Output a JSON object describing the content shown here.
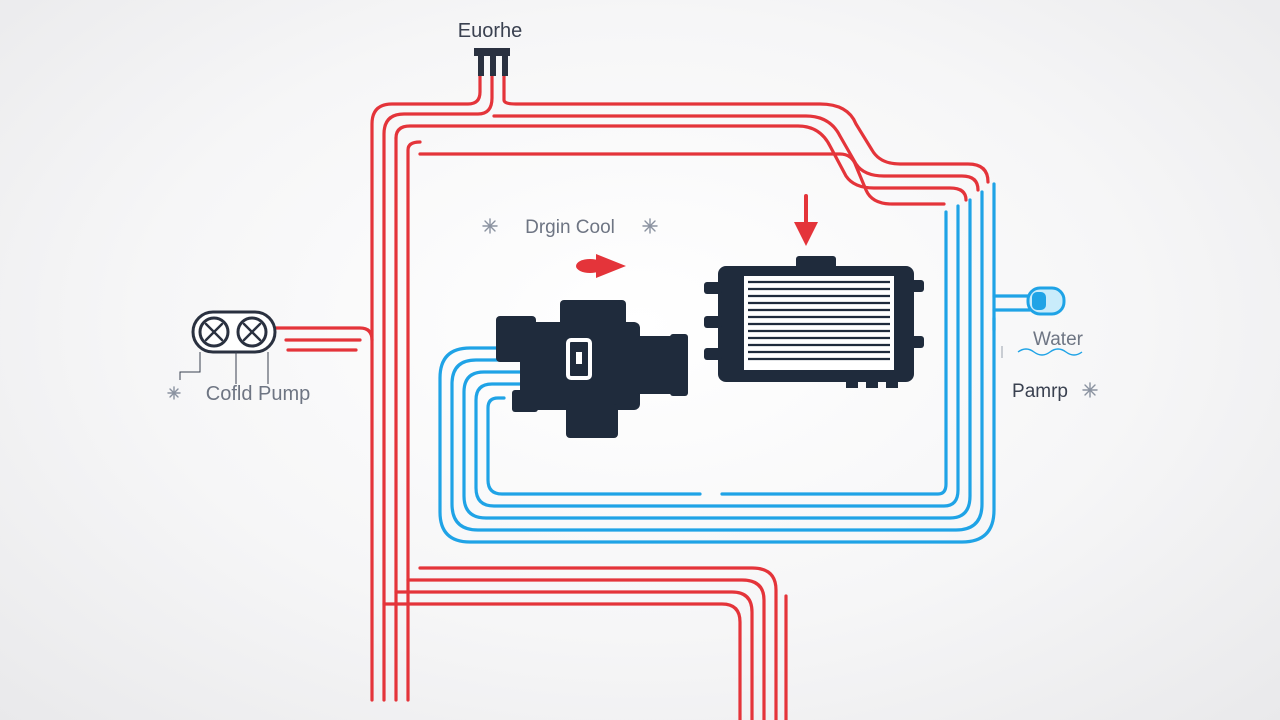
{
  "labels": {
    "top": "Euorhe",
    "center": "Drgin Cool",
    "left": "Cofld Pump",
    "right_top": "Water",
    "right_bottom": "Pamrp"
  },
  "colors": {
    "hot_line": "#e4343a",
    "cold_line": "#1fa3e6",
    "component": "#1f2b3c",
    "background": "#f4f4f5"
  },
  "icons": [
    "fan-icon",
    "snowflake-icon",
    "engine-icon",
    "radiator-icon",
    "arrow-down-icon",
    "arrow-right-icon",
    "water-tank-icon",
    "valve-icon"
  ]
}
